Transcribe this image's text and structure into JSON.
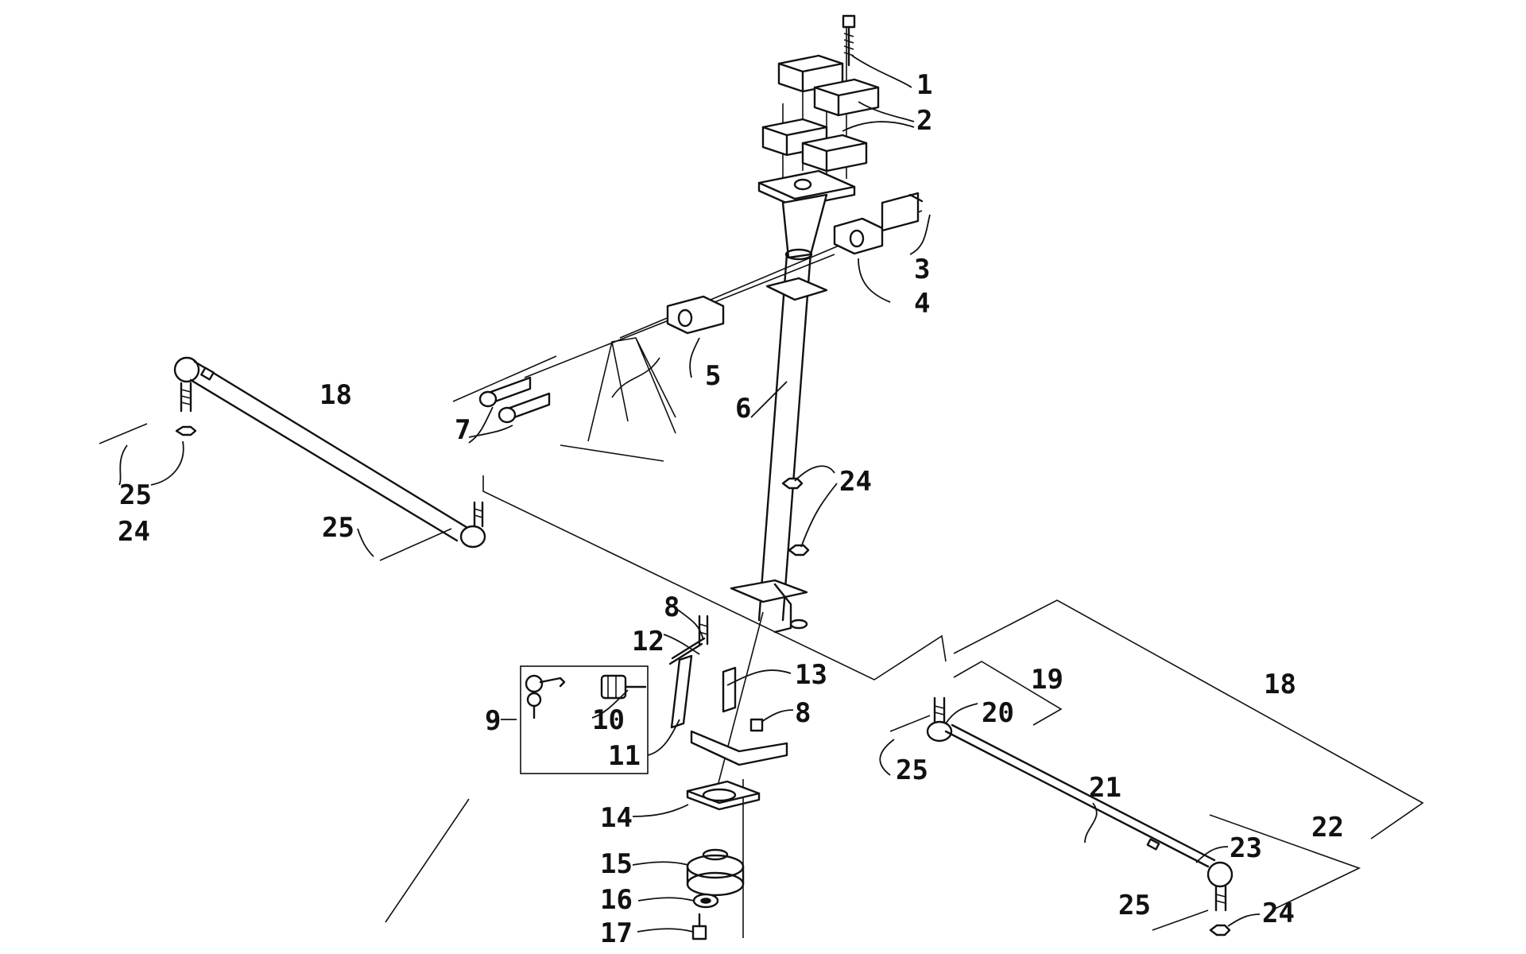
{
  "callouts": [
    {
      "id": "c1",
      "text": "1"
    },
    {
      "id": "c2",
      "text": "2"
    },
    {
      "id": "c3",
      "text": "3"
    },
    {
      "id": "c4",
      "text": "4"
    },
    {
      "id": "c5",
      "text": "5"
    },
    {
      "id": "c6",
      "text": "6"
    },
    {
      "id": "c7",
      "text": "7"
    },
    {
      "id": "c8a",
      "text": "8"
    },
    {
      "id": "c8b",
      "text": "8"
    },
    {
      "id": "c9",
      "text": "9"
    },
    {
      "id": "c10",
      "text": "10"
    },
    {
      "id": "c11",
      "text": "11"
    },
    {
      "id": "c12",
      "text": "12"
    },
    {
      "id": "c13",
      "text": "13"
    },
    {
      "id": "c14",
      "text": "14"
    },
    {
      "id": "c15",
      "text": "15"
    },
    {
      "id": "c16",
      "text": "16"
    },
    {
      "id": "c17",
      "text": "17"
    },
    {
      "id": "c18a",
      "text": "18"
    },
    {
      "id": "c18b",
      "text": "18"
    },
    {
      "id": "c19",
      "text": "19"
    },
    {
      "id": "c20",
      "text": "20"
    },
    {
      "id": "c21",
      "text": "21"
    },
    {
      "id": "c22",
      "text": "22"
    },
    {
      "id": "c23",
      "text": "23"
    },
    {
      "id": "c24a",
      "text": "24"
    },
    {
      "id": "c24b",
      "text": "24"
    },
    {
      "id": "c24c",
      "text": "24"
    },
    {
      "id": "c25a",
      "text": "25"
    },
    {
      "id": "c25b",
      "text": "25"
    },
    {
      "id": "c25c",
      "text": "25"
    },
    {
      "id": "c25d",
      "text": "25"
    }
  ]
}
